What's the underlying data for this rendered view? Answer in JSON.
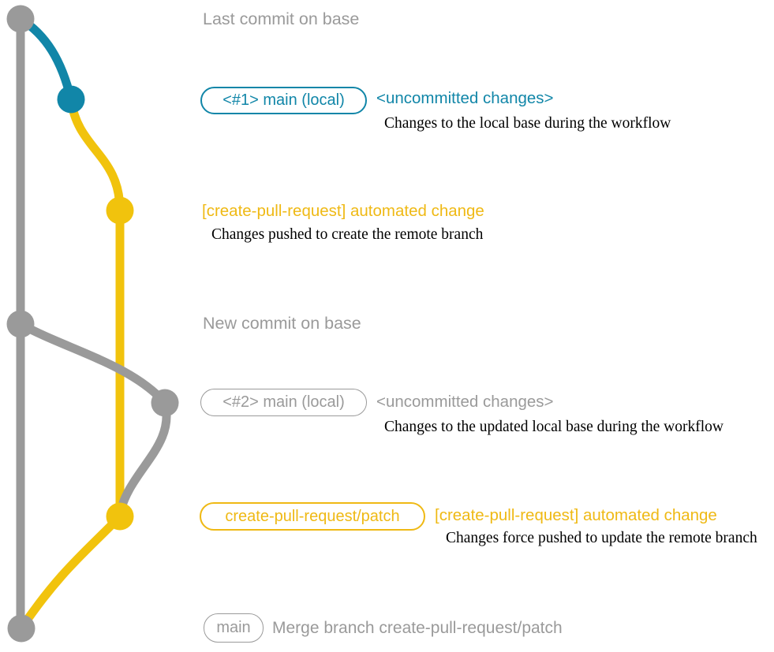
{
  "colors": {
    "background": "#ffffff",
    "gray": "#9a9a9a",
    "blue": "#1186a8",
    "yellow_line": "#f1c30d",
    "yellow_text": "#efb914",
    "detail_text": "#000000"
  },
  "graph": {
    "branches": [
      {
        "name": "base",
        "color": "#9a9a9a"
      },
      {
        "name": "main (local)",
        "color": "#1186a8"
      },
      {
        "name": "create-pull-request/patch",
        "color": "#f1c30d"
      }
    ]
  },
  "rows": {
    "last_commit": {
      "label": "Last commit on base"
    },
    "row1": {
      "badge": "<#1> main (local)",
      "heading": "<uncommitted changes>",
      "detail": "Changes to the local base during the workflow"
    },
    "row2": {
      "heading": "[create-pull-request] automated change",
      "detail": "Changes pushed to create the remote branch"
    },
    "new_commit": {
      "label": "New commit on base"
    },
    "row4": {
      "badge": "<#2> main (local)",
      "heading": "<uncommitted changes>",
      "detail": "Changes to the updated local base during the workflow"
    },
    "row5": {
      "badge": "create-pull-request/patch",
      "heading": "[create-pull-request] automated change",
      "detail": "Changes force pushed to update the remote branch"
    },
    "row6": {
      "badge": "main",
      "heading": "Merge branch create-pull-request/patch"
    }
  }
}
